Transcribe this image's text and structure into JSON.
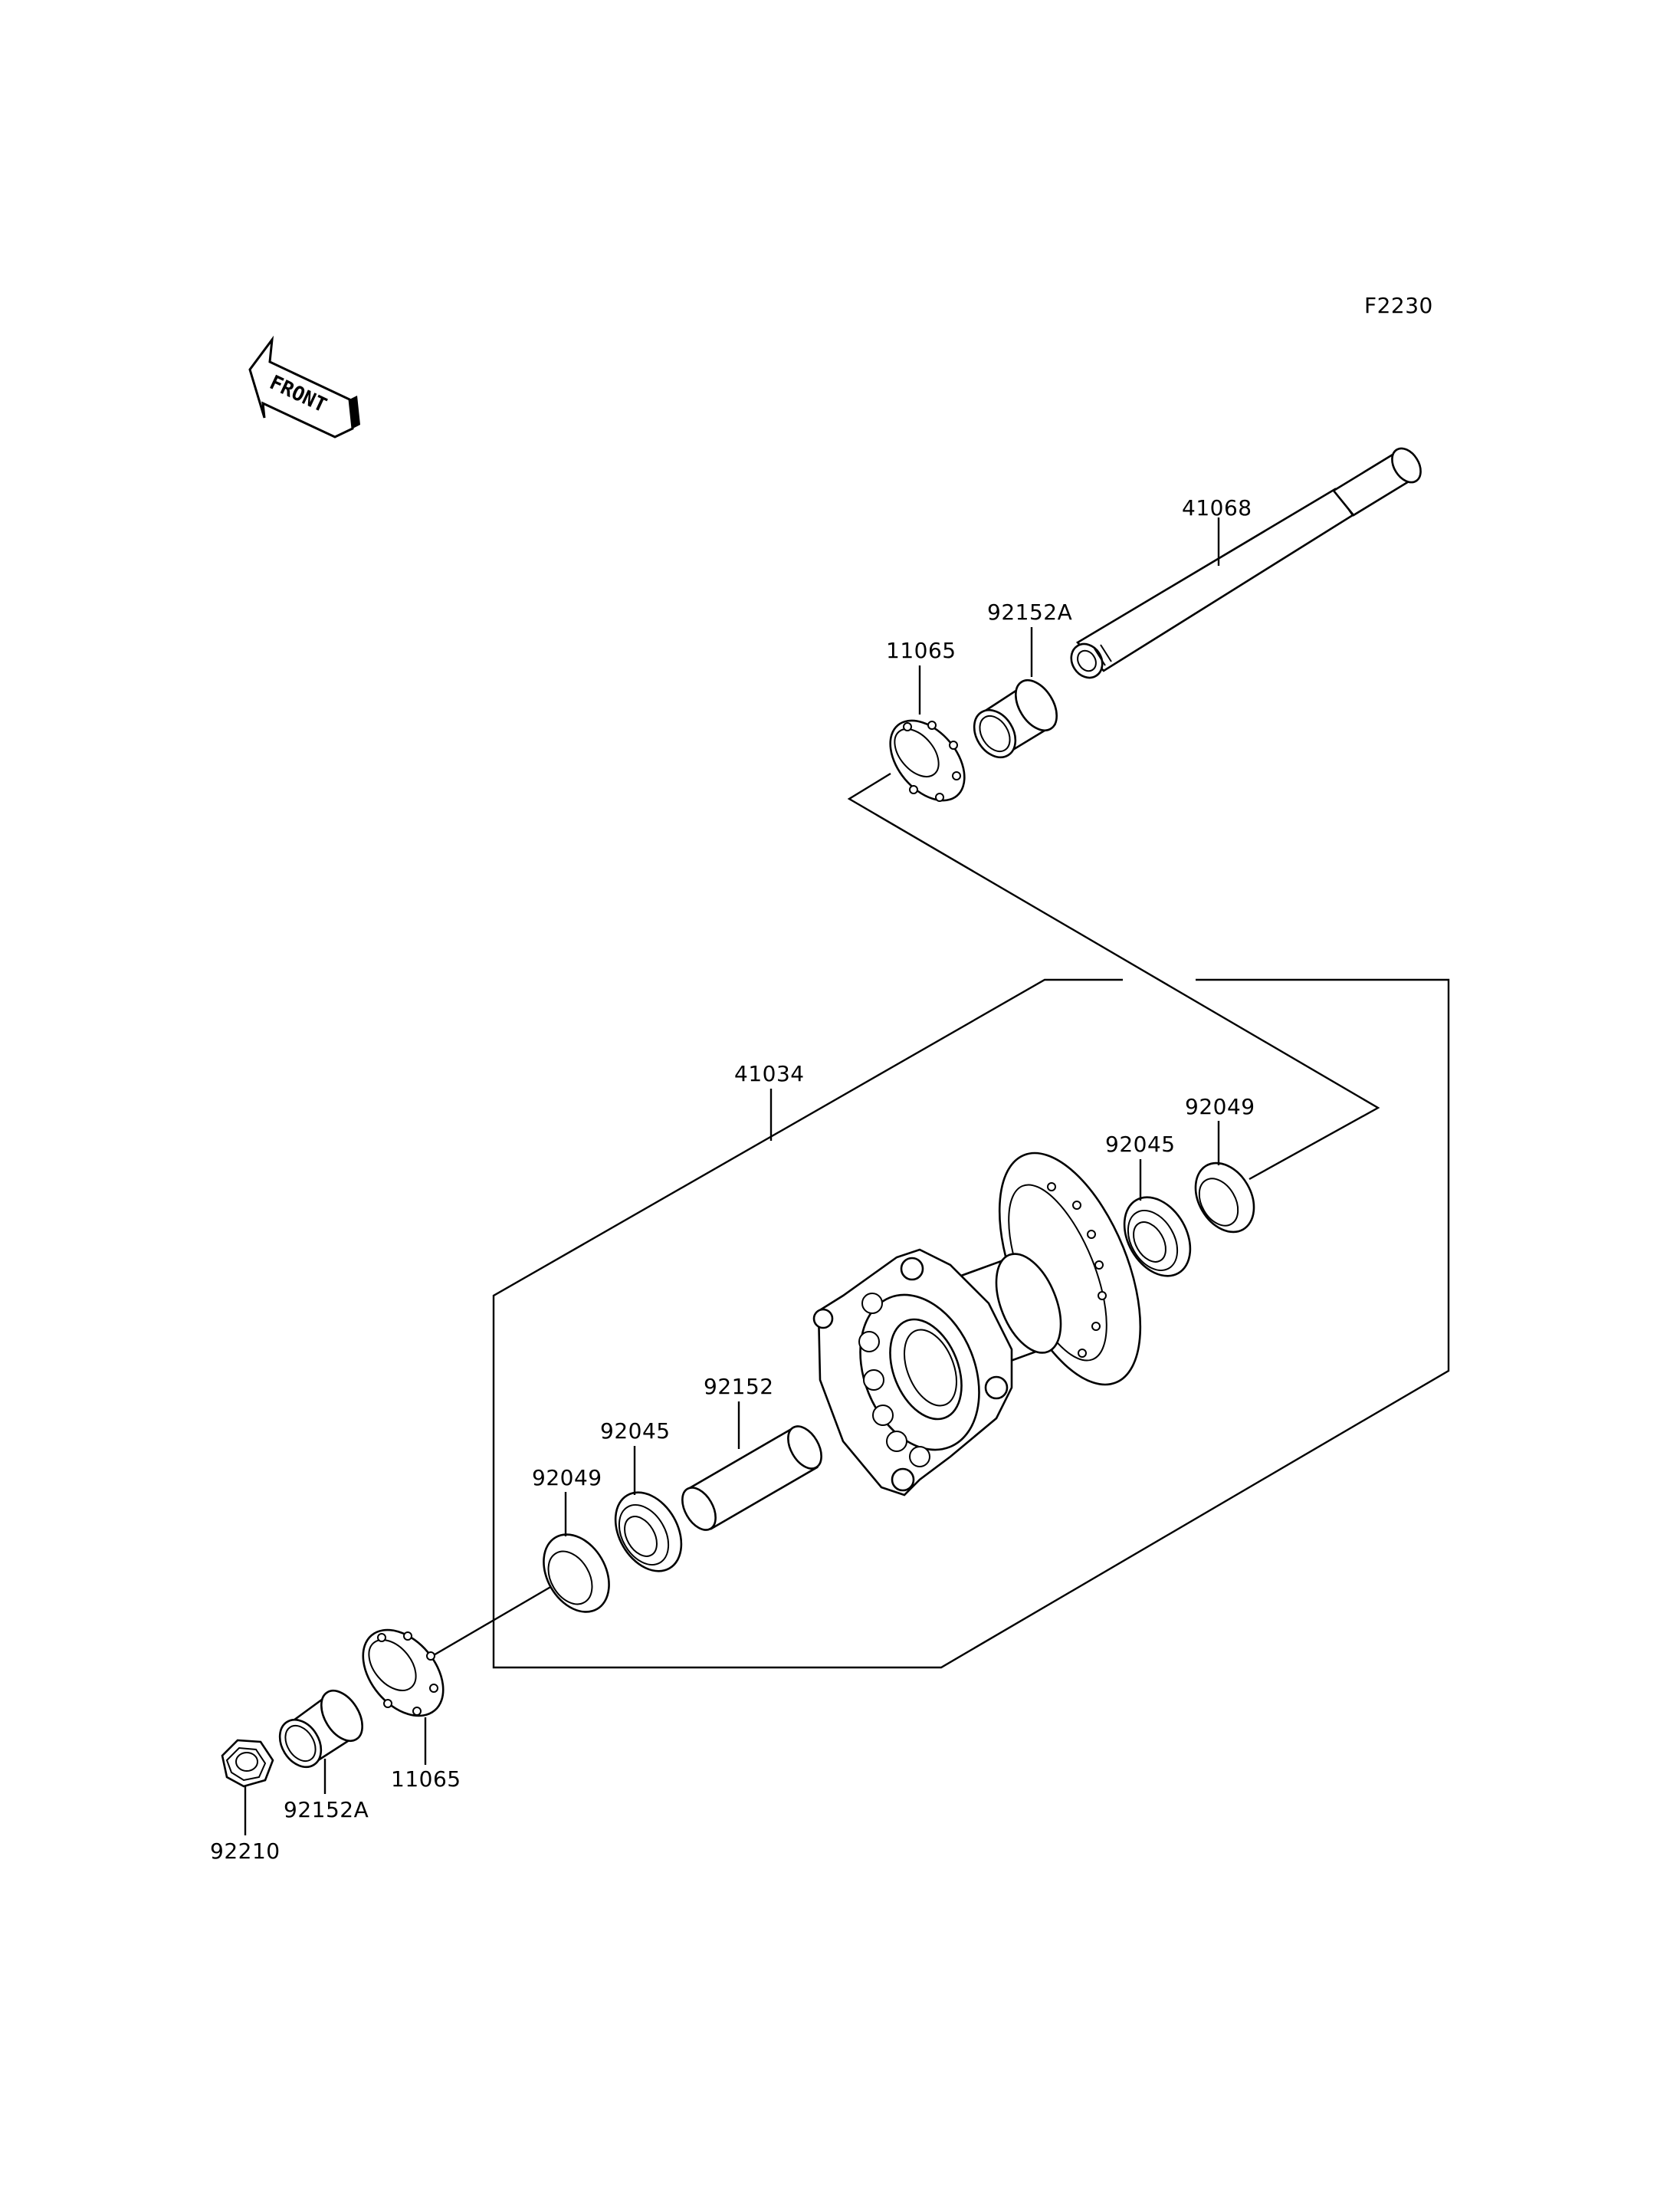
{
  "diagram_code": "F2230",
  "front_label": "FRONT",
  "parts": [
    {
      "id": "axle",
      "number": "41068",
      "icon": "axle-shaft"
    },
    {
      "id": "collar-upper",
      "number": "92152A",
      "icon": "collar"
    },
    {
      "id": "plate-upper",
      "number": "11065",
      "icon": "disc-plate"
    },
    {
      "id": "hub",
      "number": "41034",
      "icon": "wheel-hub"
    },
    {
      "id": "seal-right",
      "number": "92049",
      "icon": "oil-seal"
    },
    {
      "id": "bearing-right",
      "number": "92045",
      "icon": "ball-bearing"
    },
    {
      "id": "spacer",
      "number": "92152",
      "icon": "tube-spacer"
    },
    {
      "id": "bearing-left",
      "number": "92045",
      "icon": "ball-bearing"
    },
    {
      "id": "seal-left",
      "number": "92049",
      "icon": "oil-seal"
    },
    {
      "id": "plate-lower",
      "number": "11065",
      "icon": "disc-plate"
    },
    {
      "id": "collar-lower",
      "number": "92152A",
      "icon": "collar"
    },
    {
      "id": "nut",
      "number": "92210",
      "icon": "hex-nut"
    }
  ]
}
